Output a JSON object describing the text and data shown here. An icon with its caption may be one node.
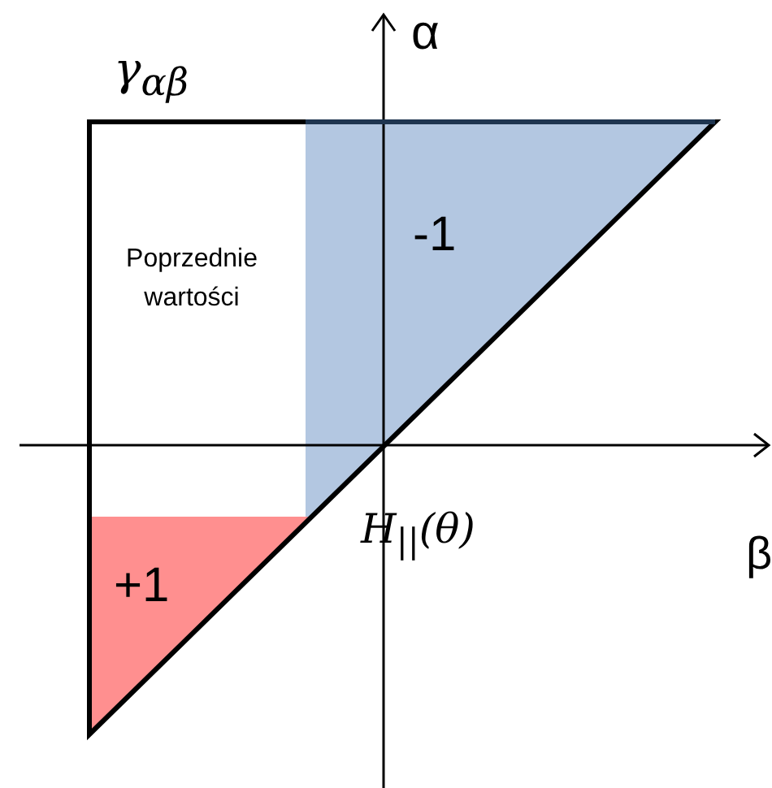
{
  "diagram": {
    "labels": [
      "γ$_{αβ}$",
      "α",
      "-1",
      "Poprzednie wartości",
      "β",
      "H$_{||}$(θ)",
      "+1"
    ]
  }
}
